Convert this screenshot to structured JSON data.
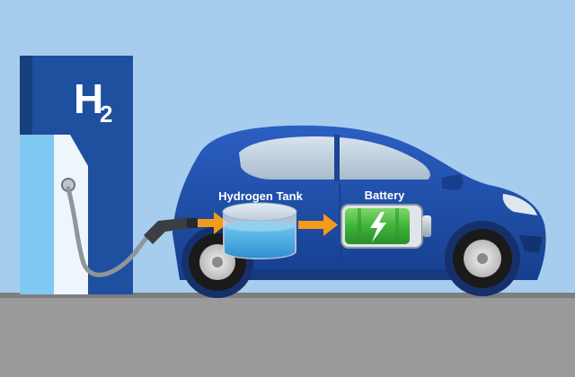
{
  "station": {
    "symbol": "H",
    "subscript": "2"
  },
  "labels": {
    "tank": "Hydrogen Tank",
    "battery": "Battery"
  },
  "colors": {
    "sky": "#a6cdee",
    "ground": "#9a9a9a",
    "station_blue": "#1f4f9f",
    "car_blue": "#1f4da6",
    "arrow_orange": "#f59a1c",
    "battery_green": "#3fb43a",
    "tank_water": "#4fb0e6"
  },
  "icons": {
    "lightning": "lightning-bolt-icon",
    "wheel": "wheel-icon",
    "nozzle": "fuel-nozzle-icon"
  }
}
